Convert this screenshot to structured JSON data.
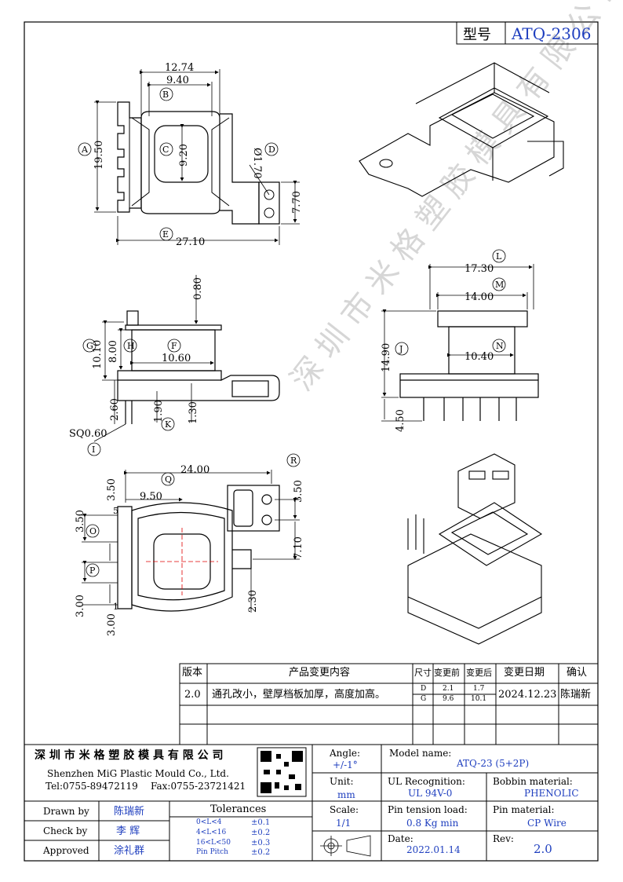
{
  "header": {
    "model_label": "型号",
    "model_value": "ATQ-2306"
  },
  "watermark": "深圳市米格塑胶模具有限公司",
  "dims_top": {
    "w1": "12.74",
    "w2": "9.40",
    "h_left": "19.50",
    "inner": "9.20",
    "pin_dia": "Ø1.70",
    "right_h": "7.70",
    "bottom_w": "27.10",
    "B": "B",
    "A": "A",
    "C": "C",
    "D": "D",
    "E": "E"
  },
  "dims_side": {
    "top_w": "0.80",
    "G": "10.10",
    "H": "8.00",
    "F": "10.60",
    "J2": "2.60",
    "K": "1.90",
    "pin_h": "1.30",
    "SQ": "SQ0.60",
    "Gc": "G",
    "Hc": "H",
    "Fc": "F",
    "Kc": "K",
    "Ic": "I"
  },
  "dims_front": {
    "L": "17.30",
    "M": "14.00",
    "N": "10.40",
    "J": "14.90",
    "pin": "4.50",
    "Lc": "L",
    "Mc": "M",
    "Nc": "N",
    "Jc": "J"
  },
  "dims_bottom": {
    "Q": "24.00",
    "left": "9.50",
    "R": "3.50",
    "r2": "7.10",
    "o1": "3.50",
    "o2": "3.50",
    "p1": "3.00",
    "p2": "3.00",
    "b": "2.30",
    "pin5": "5",
    "pin1": "1",
    "Qc": "Q",
    "Rc": "R",
    "Oc": "O",
    "Pc": "P"
  },
  "revision_table": {
    "headers": [
      "版本",
      "产品变更内容",
      "尺寸",
      "变更前",
      "变更后",
      "变更日期",
      "确认"
    ],
    "rows": [
      {
        "version": "2.0",
        "content": "通孔改小，壁厚档板加厚，高度加高。",
        "dims": [
          "D",
          "G"
        ],
        "before": [
          "2.1",
          "9.6"
        ],
        "after": [
          "1.7",
          "10.1"
        ],
        "date": "2024.12.23",
        "confirm": "陈瑞新"
      }
    ]
  },
  "company": {
    "name_cn": "深 圳 市 米 格 塑 胶 模 具 有 限 公 司",
    "name_en": "Shenzhen MiG Plastic Mould Co., Ltd.",
    "tel": "Tel:0755-89472119",
    "fax": "Fax:0755-23721421"
  },
  "title_block": {
    "angle_label": "Angle:",
    "angle_value": "+/-1°",
    "unit_label": "Unit:",
    "unit_value": "mm",
    "scale_label": "Scale:",
    "scale_value": "1/1",
    "model_label": "Model name:",
    "model_value": "ATQ-23 (5+2P)",
    "ul_label": "UL Recognition:",
    "ul_value": "UL 94V-0",
    "bobbin_label": "Bobbin material:",
    "bobbin_value": "PHENOLIC",
    "pin_tension_label": "Pin tension load:",
    "pin_tension_value": "0.8 Kg min",
    "pin_material_label": "Pin material:",
    "pin_material_value": "CP Wire",
    "date_label": "Date:",
    "date_value": "2022.01.14",
    "rev_label": "Rev:",
    "rev_value": "2.0",
    "drawn_label": "Drawn by",
    "drawn_value": "陈瑞新",
    "check_label": "Check by",
    "check_value": "李 辉",
    "approved_label": "Approved",
    "approved_value": "涂礼群",
    "tolerances_label": "Tolerances",
    "tolerances": [
      {
        "range": "0<L<4",
        "value": "±0.1"
      },
      {
        "range": "4<L<16",
        "value": "±0.2"
      },
      {
        "range": "16<L<50",
        "value": "±0.3"
      },
      {
        "range": "Pin Pitch",
        "value": "±0.2"
      }
    ]
  },
  "colors": {
    "line": "#000000",
    "blue": "#1f3fbf",
    "center": "#e00000",
    "watermark": "#d8d8d8"
  }
}
